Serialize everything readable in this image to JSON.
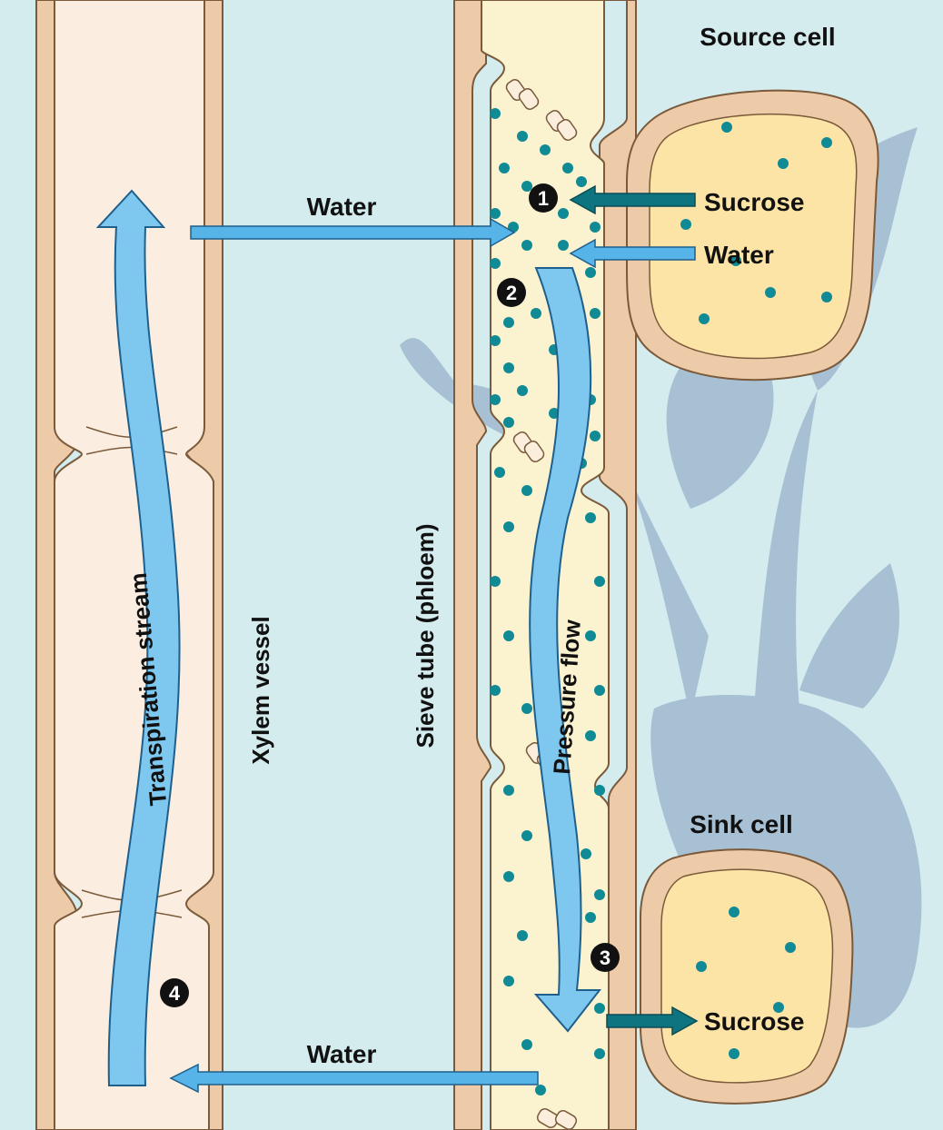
{
  "labels": {
    "source_cell": "Source cell",
    "sink_cell": "Sink cell",
    "sucrose_in": "Sucrose",
    "water_in": "Water",
    "water_top": "Water",
    "water_bottom": "Water",
    "sucrose_out": "Sucrose",
    "xylem_vessel": "Xylem vessel",
    "sieve_tube": "Sieve tube (phloem)",
    "transpiration_stream": "Transpiration stream",
    "pressure_flow": "Pressure flow"
  },
  "steps": [
    "1",
    "2",
    "3",
    "4"
  ],
  "colors": {
    "background": "#d4ecee",
    "cell_wall": "#eecba8",
    "cell_wall_stroke": "#7a5a3a",
    "xylem_lumen": "#fbeee0",
    "phloem_lumen": "#fbf3cf",
    "cell_interior": "#fce3a6",
    "sucrose_dot": "#108a95",
    "water_arrow": "#56b4e9",
    "sucrose_arrow": "#0e7480",
    "plant_silhouette": "#a8c0d4"
  }
}
